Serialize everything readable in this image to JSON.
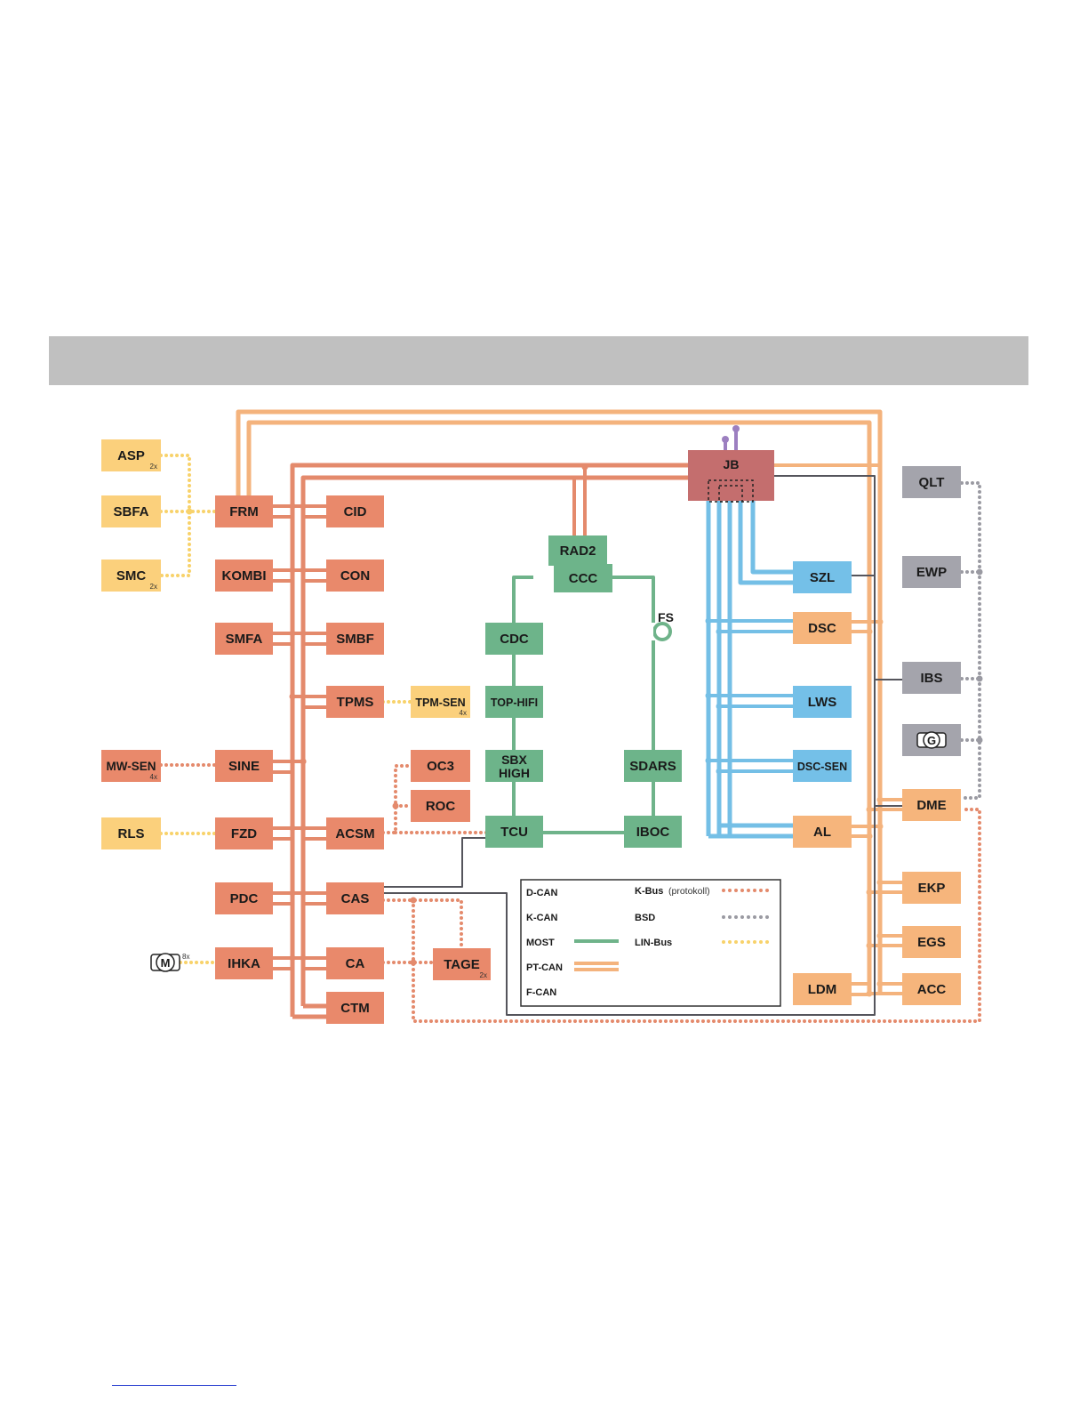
{
  "colors": {
    "kcan": "#e48a6c",
    "ptcan": "#f4b37d",
    "most": "#6fb38a",
    "fcan": "#74bfe6",
    "dcan": "#9c7fc0",
    "bsd": "#9a9aa2",
    "lin": "#f8d26a",
    "kbus": "#e48a6c",
    "node_kcan": "#e9896b",
    "node_lin": "#fbd07c",
    "node_most": "#6db48a",
    "node_fcan": "#74c0e8",
    "node_ptcan": "#f6b57c",
    "node_bsd": "#a4a4ac",
    "node_jb": "#c46e6e",
    "header_bar": "#c0c0c0"
  },
  "nodes": {
    "asp": {
      "label": "ASP",
      "sub": "2x"
    },
    "sbfa": {
      "label": "SBFA"
    },
    "smc": {
      "label": "SMC",
      "sub": "2x"
    },
    "frm": {
      "label": "FRM"
    },
    "cid": {
      "label": "CID"
    },
    "kombi": {
      "label": "KOMBI"
    },
    "con": {
      "label": "CON"
    },
    "smfa": {
      "label": "SMFA"
    },
    "smbf": {
      "label": "SMBF"
    },
    "tpms": {
      "label": "TPMS"
    },
    "tpm_sen": {
      "label": "TPM-SEN",
      "sub": "4x"
    },
    "mw_sen": {
      "label": "MW-SEN",
      "sub": "4x"
    },
    "sine": {
      "label": "SINE"
    },
    "rls": {
      "label": "RLS"
    },
    "fzd": {
      "label": "FZD"
    },
    "acsm": {
      "label": "ACSM"
    },
    "pdc": {
      "label": "PDC"
    },
    "cas": {
      "label": "CAS"
    },
    "motor": {
      "label": "M",
      "sub": "8x"
    },
    "ihka": {
      "label": "IHKA"
    },
    "ca": {
      "label": "CA"
    },
    "ctm": {
      "label": "CTM"
    },
    "tage": {
      "label": "TAGE",
      "sub": "2x"
    },
    "oc3": {
      "label": "OC3"
    },
    "roc": {
      "label": "ROC"
    },
    "rad2": {
      "label": "RAD2"
    },
    "ccc": {
      "label": "CCC"
    },
    "fs": {
      "label": "FS"
    },
    "cdc": {
      "label": "CDC"
    },
    "top_hifi": {
      "label": "TOP-HIFI"
    },
    "sbx_high": {
      "label": "SBX",
      "label2": "HIGH"
    },
    "sdars": {
      "label": "SDARS"
    },
    "tcu": {
      "label": "TCU"
    },
    "iboc": {
      "label": "IBOC"
    },
    "jb": {
      "label": "JB"
    },
    "szl": {
      "label": "SZL"
    },
    "dsc": {
      "label": "DSC"
    },
    "lws": {
      "label": "LWS"
    },
    "dsc_sen": {
      "label": "DSC-SEN"
    },
    "al": {
      "label": "AL"
    },
    "ldm": {
      "label": "LDM"
    },
    "qlt": {
      "label": "QLT"
    },
    "ewp": {
      "label": "EWP"
    },
    "ibs": {
      "label": "IBS"
    },
    "gen": {
      "label": "G"
    },
    "dme": {
      "label": "DME"
    },
    "ekp": {
      "label": "EKP"
    },
    "egs": {
      "label": "EGS"
    },
    "acc": {
      "label": "ACC"
    }
  },
  "legend": {
    "dcan": "D-CAN",
    "kcan": "K-CAN",
    "most": "MOST",
    "ptcan": "PT-CAN",
    "fcan": "F-CAN",
    "kbus": "K-Bus",
    "kbus_note": "(protokoll)",
    "bsd": "BSD",
    "lin": "LIN-Bus"
  }
}
